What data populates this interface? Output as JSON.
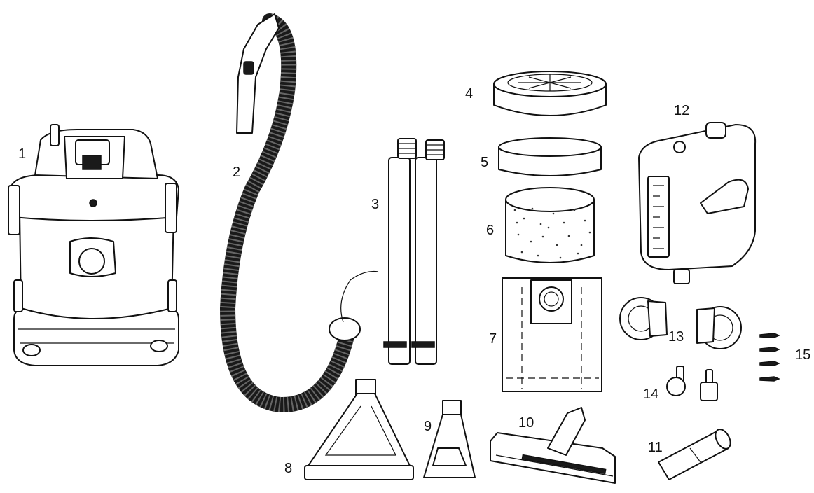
{
  "diagram": {
    "title": "",
    "parts": [
      {
        "id": "1",
        "label": "1"
      },
      {
        "id": "2",
        "label": "2"
      },
      {
        "id": "3",
        "label": "3"
      },
      {
        "id": "4",
        "label": "4"
      },
      {
        "id": "5",
        "label": "5"
      },
      {
        "id": "6",
        "label": "6"
      },
      {
        "id": "7",
        "label": "7"
      },
      {
        "id": "8",
        "label": "8"
      },
      {
        "id": "9",
        "label": "9"
      },
      {
        "id": "10",
        "label": "10"
      },
      {
        "id": "11",
        "label": "11"
      },
      {
        "id": "12",
        "label": "12"
      },
      {
        "id": "13",
        "label": "13"
      },
      {
        "id": "14",
        "label": "14"
      },
      {
        "id": "15",
        "label": "15"
      }
    ]
  }
}
